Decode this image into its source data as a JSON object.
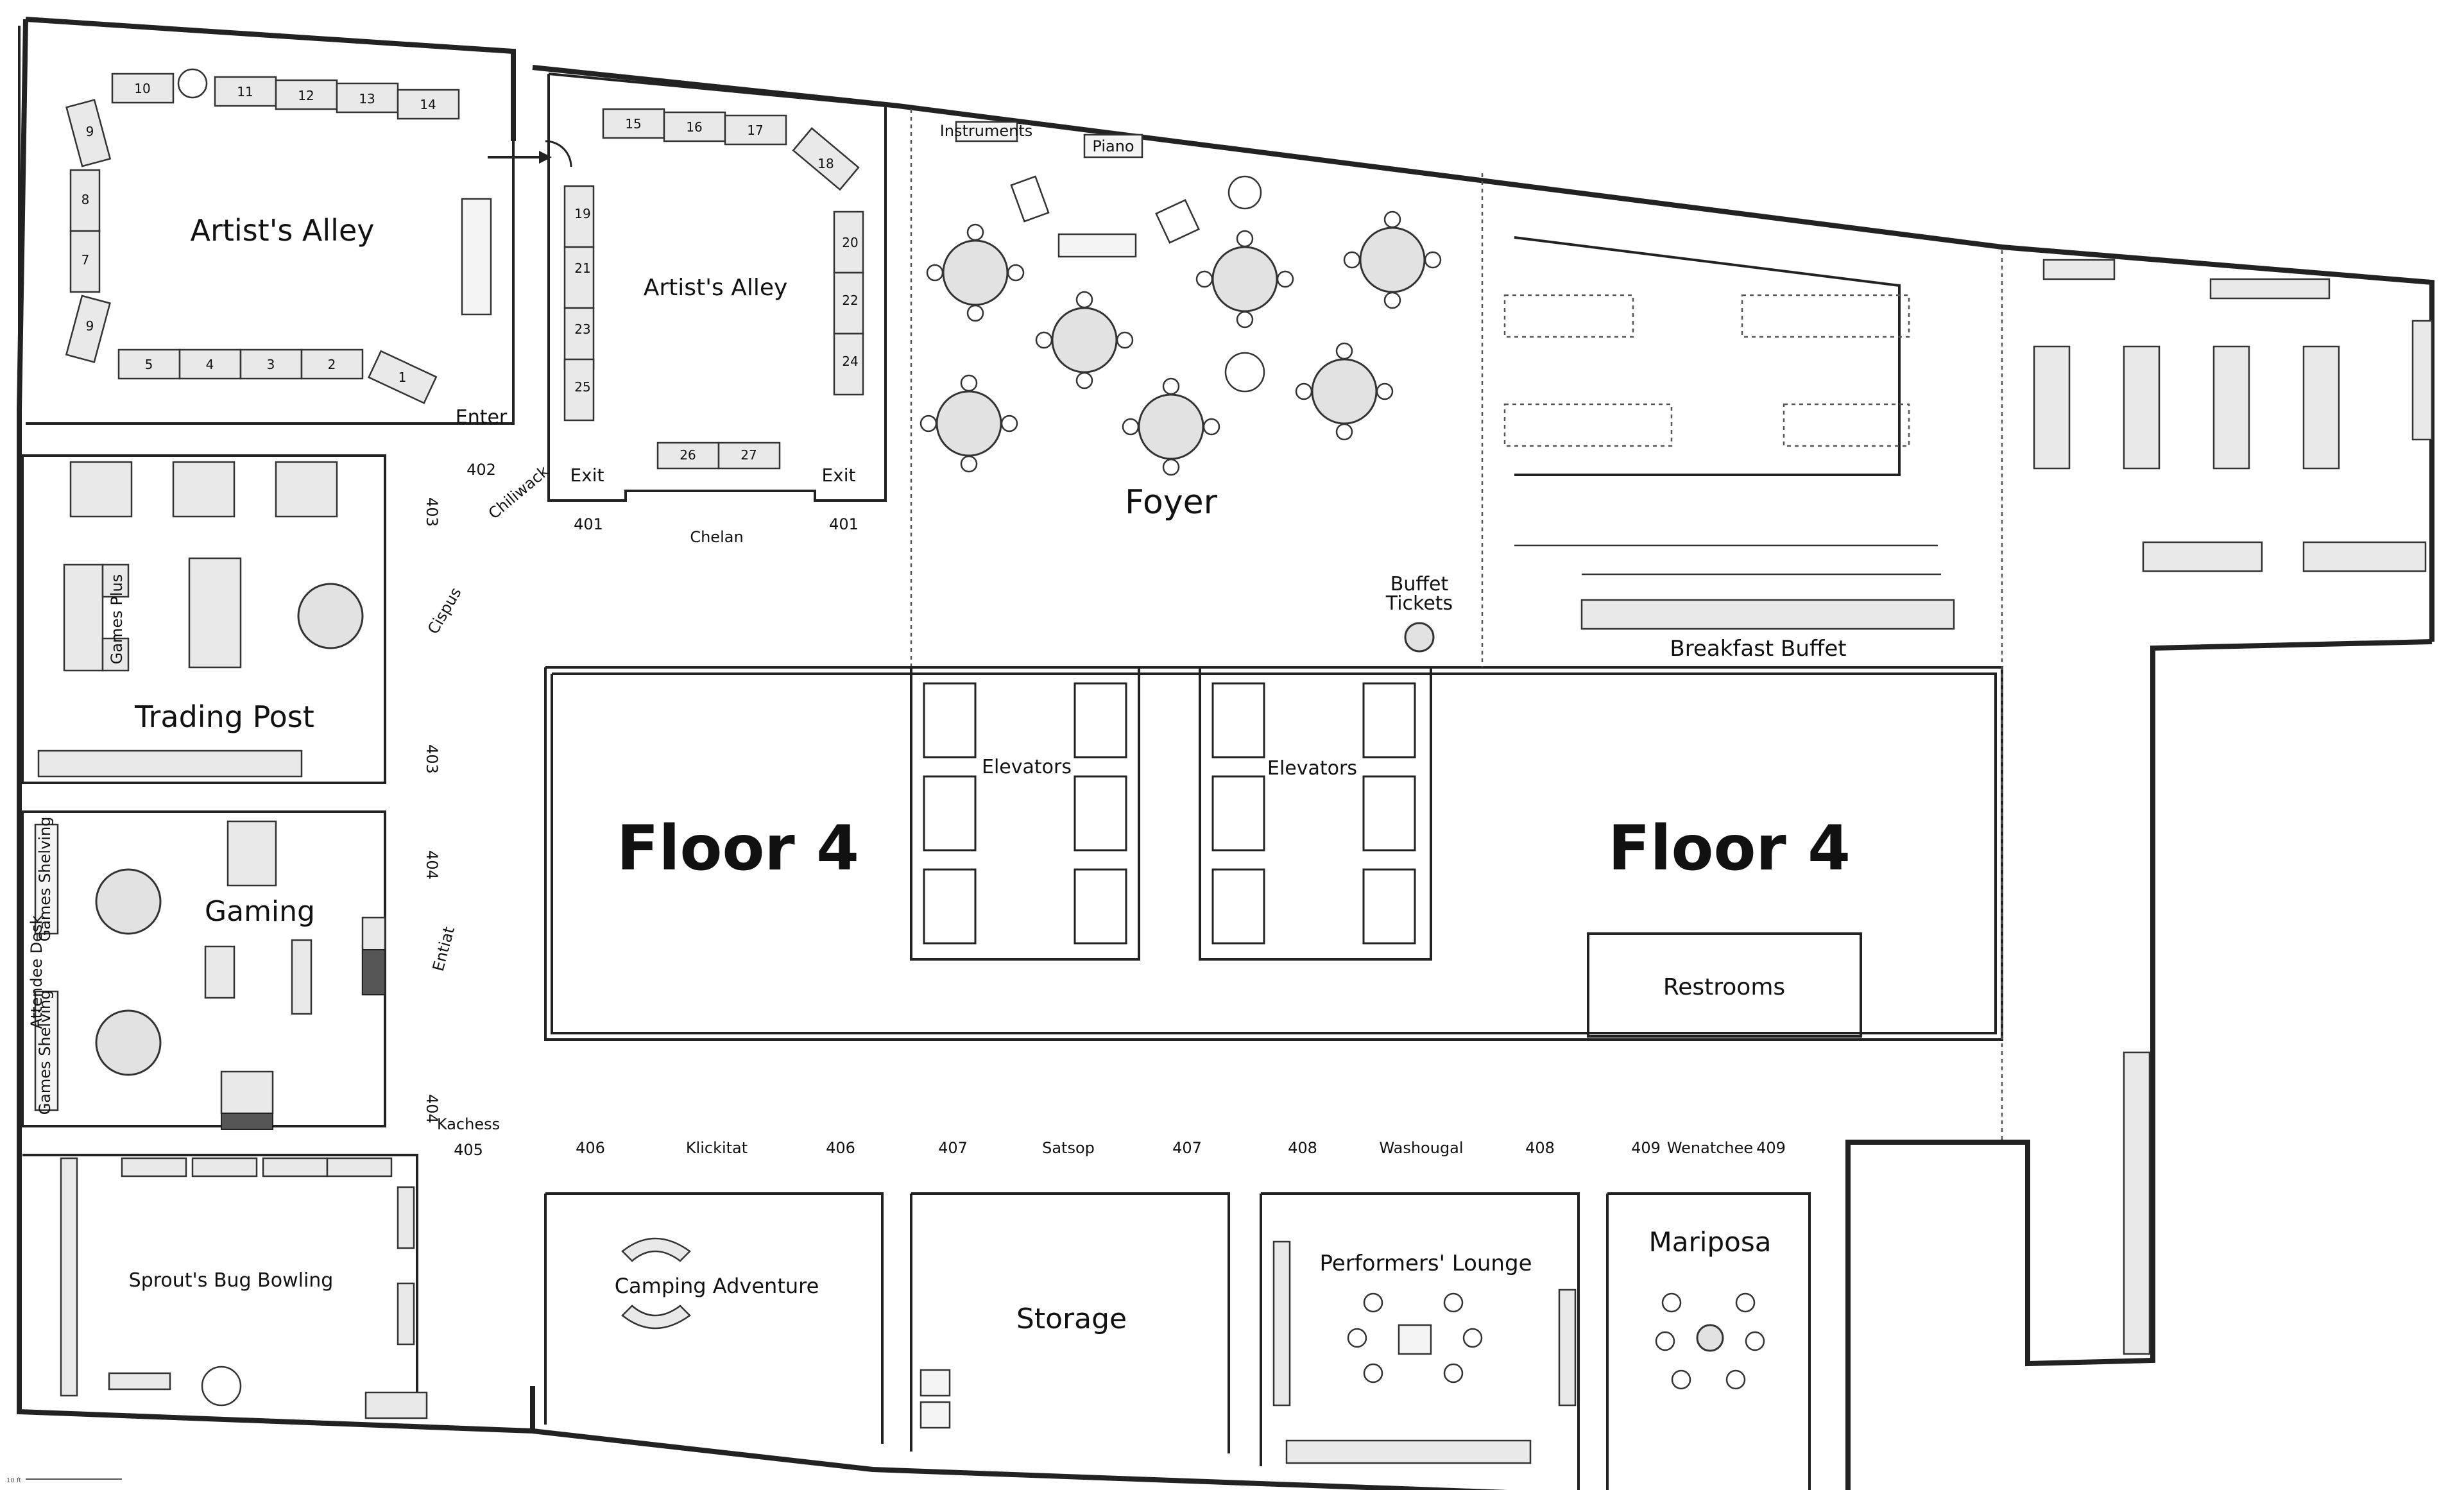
{
  "rooms": {
    "artists_alley_west": "Artist's Alley",
    "artists_alley_east": "Artist's Alley",
    "foyer": "Foyer",
    "trading_post": "Trading Post",
    "gaming": "Gaming",
    "floor4_left": "Floor 4",
    "floor4_right": "Floor 4",
    "elevators_left": "Elevators",
    "elevators_right": "Elevators",
    "restrooms": "Restrooms",
    "breakfast_buffet": "Breakfast Buffet",
    "buffet_tickets_1": "Buffet",
    "buffet_tickets_2": "Tickets",
    "sprouts_bug_bowling": "Sprout's Bug Bowling",
    "camping_adventure": "Camping Adventure",
    "storage": "Storage",
    "performers_lounge": "Performers' Lounge",
    "mariposa": "Mariposa"
  },
  "fixtures": {
    "instruments": "Instruments",
    "piano": "Piano",
    "games_plus": "Games Plus",
    "games_shelving_1": "Games Shelving",
    "games_shelving_2": "Games Shelving",
    "attendee_desk": "Attendee Desk"
  },
  "signs": {
    "enter": "Enter",
    "exit_left": "Exit",
    "exit_right": "Exit"
  },
  "door_labels": {
    "d402": "402",
    "d401a": "401",
    "d401b": "401",
    "d403a": "403",
    "d403b": "403",
    "d404a": "404",
    "d404b": "404",
    "d405": "405",
    "d406a": "406",
    "d406b": "406",
    "d407a": "407",
    "d407b": "407",
    "d408a": "408",
    "d408b": "408",
    "d409a": "409",
    "d409b": "409"
  },
  "corridor_labels": {
    "chelan": "Chelan",
    "chiliwack": "Chiliwack",
    "cispus": "Cispus",
    "entiat": "Entiat",
    "kachess": "Kachess",
    "klickitat": "Klickitat",
    "satsop": "Satsop",
    "washougal": "Washougal",
    "wenatchee": "Wenatchee"
  },
  "booths_west": [
    "10",
    "11",
    "12",
    "13",
    "14",
    "9",
    "8",
    "7",
    "9",
    "5",
    "4",
    "3",
    "2",
    "1"
  ],
  "booths_east": [
    "15",
    "16",
    "17",
    "18",
    "19",
    "21",
    "23",
    "25",
    "20",
    "22",
    "24",
    "26",
    "27"
  ],
  "scale_label": "10 ft"
}
